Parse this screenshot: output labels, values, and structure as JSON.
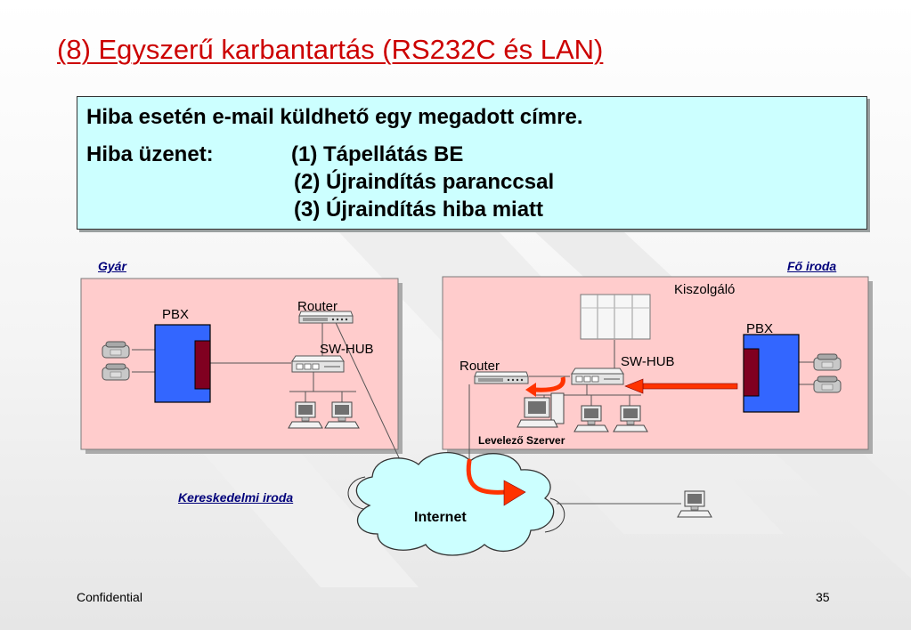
{
  "slide": {
    "title": "(8) Egyszerű karbantartás (RS232C és LAN)"
  },
  "info": {
    "line1": "Hiba esetén e-mail küldhető egy megadott címre.",
    "line2_label": "Hiba üzenet:",
    "messages": [
      "(1) Tápellátás BE",
      "(2) Újraindítás paranccsal",
      "(3) Újraindítás hiba miatt"
    ]
  },
  "sites": {
    "factory": "Gyár",
    "head_office": "Fő iroda",
    "commercial_office": "Kereskedelmi iroda"
  },
  "factory": {
    "pbx": "PBX",
    "router": "Router",
    "hub": "SW-HUB"
  },
  "office": {
    "server": "Kiszolgáló",
    "pbx": "PBX",
    "router": "Router",
    "hub": "SW-HUB",
    "mail_server": "Levelező Szerver"
  },
  "internet": "Internet",
  "footer": {
    "confidential": "Confidential",
    "page": "35"
  },
  "colors": {
    "title": "#cc0000",
    "info_bg": "#ccffff",
    "site_bg": "#ffcccc",
    "pbx_blue": "#3366ff",
    "pbx_red": "#800020",
    "arrow_red": "#ff3300",
    "cloud": "#ccffff"
  }
}
